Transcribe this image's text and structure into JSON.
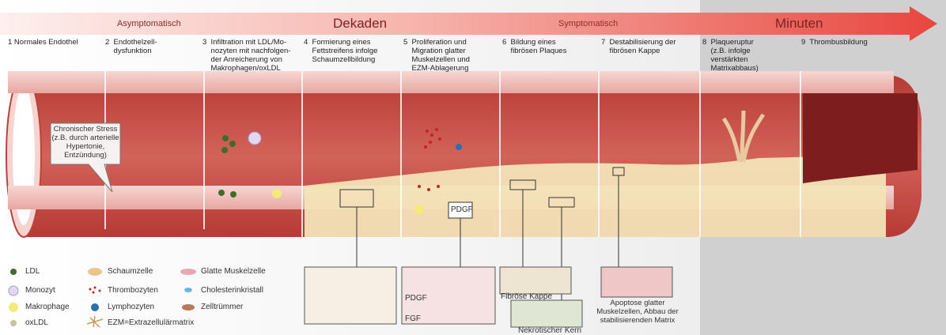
{
  "timeline": {
    "phase_asymptomatic": "Asymptomatisch",
    "phase_symptomatic": "Symptomatisch",
    "decades": "Dekaden",
    "minutes": "Minuten"
  },
  "stages": [
    {
      "label": "1 Normales Endothel"
    },
    {
      "label": "2  Endothelzell-\n    dysfunktion"
    },
    {
      "label": "3  Infiltration mit LDL/Mo-\n    nozyten mit nachfolgen-\n    der Anreicherung von\n    Makrophagen/oxLDL"
    },
    {
      "label": "4  Formierung eines\n    Fettstreifens infolge\n    Schaumzellbildung"
    },
    {
      "label": "5  Proliferation und\n    Migration glatter\n    Muskelzellen und\n    EZM-Ablagerung"
    },
    {
      "label": "6  Bildung eines\n    fibrösen Plaques"
    },
    {
      "label": "7  Destabilisierung der\n    fibrösen Kappe"
    },
    {
      "label": "8  Plaqueruptur\n    (z.B. infolge\n    verstärkten\n    Matrixabbaus)"
    },
    {
      "label": "9  Thrombusbildung"
    }
  ],
  "callout": "Chronischer Stress\n(z.B. durch arterielle\nHypertonie,\nEntzündung)",
  "inset_labels": {
    "pdgf": "PDGF",
    "pdgf2": "PDGF",
    "fgf": "FGF",
    "fibrous_cap": "Fibröse Kappe",
    "necrotic_core": "Nekrotischer Kern",
    "apoptosis": "Apoptose glatter\nMuskelzellen, Abbau der\nstabilisierenden Matrix"
  },
  "legend": [
    {
      "label": "LDL",
      "icon": "ldl-dot-icon"
    },
    {
      "label": "Monozyt",
      "icon": "monocyte-icon"
    },
    {
      "label": "Makrophage",
      "icon": "macrophage-icon"
    },
    {
      "label": "oxLDL",
      "icon": "oxldl-icon"
    },
    {
      "label": "Schaumzelle",
      "icon": "foam-cell-icon"
    },
    {
      "label": "Thrombozyten",
      "icon": "platelets-icon"
    },
    {
      "label": "Lymphozyten",
      "icon": "lymphocyte-icon"
    },
    {
      "label": "EZM=Extrazellulärmatrix",
      "icon": "ecm-icon"
    },
    {
      "label": "Glatte Muskelzelle",
      "icon": "smooth-muscle-icon"
    },
    {
      "label": "Cholesterinkristall",
      "icon": "cholesterol-crystal-icon"
    },
    {
      "label": "Zelltrümmer",
      "icon": "cell-debris-icon"
    }
  ],
  "colors": {
    "arrow_start": "#fbe3e0",
    "arrow_end": "#e8463f",
    "vessel_wall": "#c0463f",
    "vessel_outer": "#f2c6c2",
    "plaque": "#f3e3b8",
    "minutes_bg": "#d2d2d2",
    "thrombus": "#7d1d1d"
  }
}
